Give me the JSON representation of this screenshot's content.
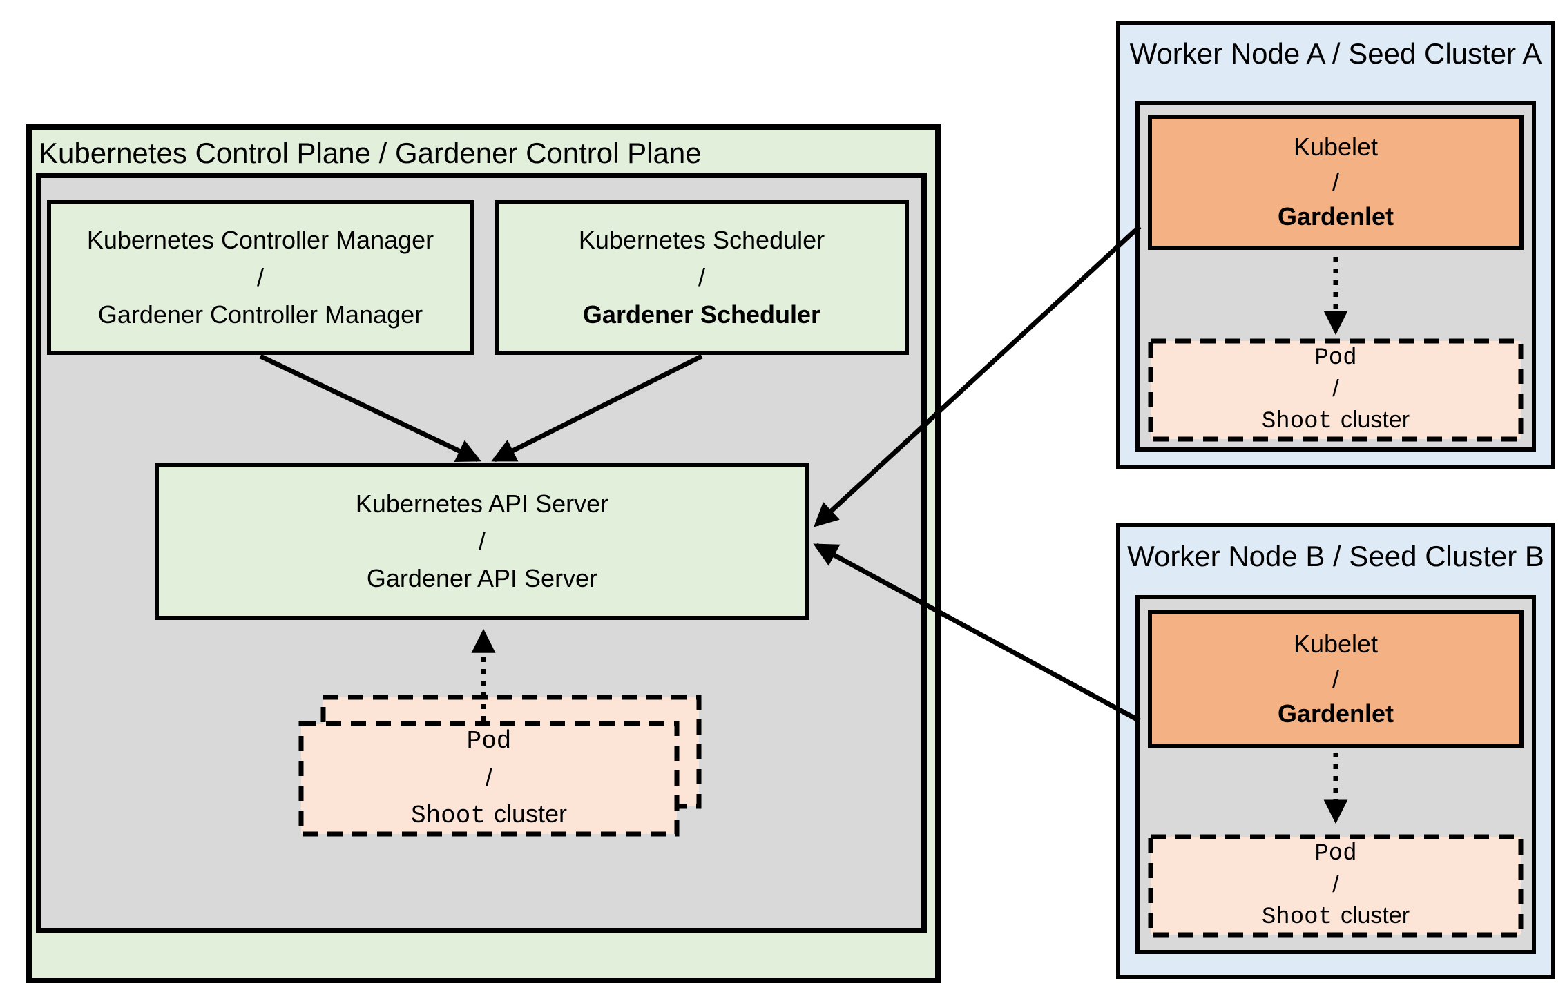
{
  "colors": {
    "control_plane_green": "#E2EFDA",
    "box_green": "#E2EFDA",
    "inner_gray": "#D9D9D9",
    "worker_blue": "#DEEBF7",
    "kubelet_orange": "#F4B183",
    "pod_peach": "#FCE4D6",
    "line_black": "#000000"
  },
  "control_plane": {
    "title": "Kubernetes Control Plane / Gardener Control Plane",
    "controller_manager": {
      "top": "Kubernetes Controller Manager",
      "sep": "/",
      "bottom": "Gardener Controller Manager"
    },
    "scheduler": {
      "top": "Kubernetes Scheduler",
      "sep": "/",
      "bottom": "Gardener Scheduler"
    },
    "api_server": {
      "top": "Kubernetes API Server",
      "sep": "/",
      "bottom": "Gardener API Server"
    },
    "pod": {
      "top": "Pod",
      "sep": "/",
      "bottom_mono": "Shoot",
      "bottom_sans": "cluster"
    }
  },
  "worker_node_a": {
    "title": "Worker Node A / Seed Cluster A",
    "kubelet": {
      "top": "Kubelet",
      "sep": "/",
      "bottom": "Gardenlet"
    },
    "pod": {
      "top": "Pod",
      "sep": "/",
      "bottom_mono": "Shoot",
      "bottom_sans": "cluster"
    }
  },
  "worker_node_b": {
    "title": "Worker Node B / Seed Cluster B",
    "kubelet": {
      "top": "Kubelet",
      "sep": "/",
      "bottom": "Gardenlet"
    },
    "pod": {
      "top": "Pod",
      "sep": "/",
      "bottom_mono": "Shoot",
      "bottom_sans": "cluster"
    }
  }
}
